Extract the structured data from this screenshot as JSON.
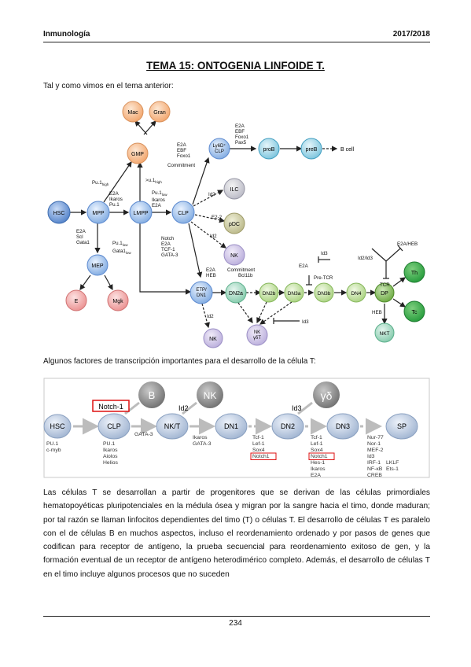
{
  "header": {
    "left": "Inmunología",
    "right": "2017/2018"
  },
  "title": "TEMA 15: ONTOGENIA LINFOIDE T.",
  "intro": "Tal y como vimos en el tema anterior:",
  "figure1": {
    "nodes": {
      "mac": "Mac",
      "gran": "Gran",
      "gmp": "GMP",
      "hsc": "HSC",
      "mpp": "MPP",
      "lmpp": "LMPP",
      "clp": "CLP",
      "mep": "MEP",
      "e": "E",
      "mgk": "Mgk",
      "ly6d_a": "Ly6D⁺",
      "ly6d_b": "CLP",
      "prob": "proB",
      "preb": "preB",
      "ilc": "ILC",
      "pdc": "pDC",
      "nk1": "NK",
      "etp_a": "ETP/",
      "etp_b": "DN1",
      "dn2a": "DN2a",
      "dn2b": "DN2b",
      "dn3a": "DN3a",
      "dn3b": "DN3b",
      "dn4": "DN4",
      "dp": "DP",
      "th": "Th",
      "tc": "Tc",
      "nkt": "NKT",
      "nk2": "NK",
      "nkgd_a": "NK",
      "nkgd_b": "γδT",
      "nk3": "NK"
    },
    "labels": {
      "bcell": "B cell",
      "e2a_ebf_a": "E2A",
      "e2a_ebf_b": "EBF",
      "e2a_ebf_c": "Foxo1",
      "e2a_ebf_d": "Pax5",
      "comm_a": "E2A",
      "comm_b": "EBF",
      "comm_c": "Foxo1",
      "comm_d": "Commitment",
      "pu1high": "Pu.1",
      "pu1high_sub": "high",
      "gtpu": ">u.1",
      "gtpu_sub": "high",
      "e2a_ik_a": "E2A",
      "e2a_ik_b": "Ikaros",
      "e2a_ik_c": "Pu.1",
      "pu1low_a": "Pu.1",
      "pu1low_sub": "low",
      "pu1low_b": "Ikaros",
      "pu1low_c": "E2A",
      "id2_a": "Id2",
      "e22": "E2-2",
      "id2_b": "Id2",
      "lnotch_a": "E2A",
      "lnotch_b": "Scl",
      "lnotch_c": "Gata1",
      "pu1low2_a": "Pu.1",
      "pu1low2_sub": "low",
      "pu1low2_b": "Gata1",
      "pu1low2_sub2": "low",
      "notch_a": "Notch",
      "notch_b": "E2A",
      "notch_c": "TCF-1",
      "notch_d": "GATA-3",
      "e2aheb_a": "E2A",
      "e2aheb_b": "HEB",
      "commit_a": "Commitment",
      "commit_b": "Bcl11b",
      "id3_a": "Id3",
      "e2a_c": "E2A",
      "pretcr": "Pre-TCR",
      "id2id3": "Id2/Id3",
      "e2aheb2": "E2A/HEB",
      "tcr": "TCR",
      "heb": "HEB",
      "id2_c": "Id2",
      "id3_b": "Id3"
    }
  },
  "intro2": "Algunos factores de transcripción importantes para el desarrollo de la célula T:",
  "figure2": {
    "stages": [
      "HSC",
      "CLP",
      "NK/T",
      "DN1",
      "DN2",
      "DN3",
      "SP"
    ],
    "branches": {
      "b": "B",
      "nk": "NK",
      "gd": "γδ"
    },
    "notch1_box": "Notch-1",
    "id2": "Id2",
    "id3": "Id3",
    "factors": {
      "hsc": [
        "PU.1",
        "c-myb"
      ],
      "clp": [
        "PU.1",
        "Ikaros",
        "Aiolos",
        "Helios"
      ],
      "gata3": [
        "GATA-3"
      ],
      "nkt": [
        "Ikaros",
        "GATA-3"
      ],
      "dn1": [
        "Tcf-1",
        "Lef-1",
        "Sox4",
        "Notch1"
      ],
      "dn2": [
        "Tcf-1",
        "Lef-1",
        "Sox4",
        "Notch1",
        "Hes-1",
        "Ikaros",
        "E2A"
      ],
      "dn3": [
        "Nur-77",
        "Nor-1",
        "MEF-2",
        "Id3",
        "IRF-1",
        "NF-κB",
        "CREB",
        "LKLF",
        "Ets-1"
      ]
    }
  },
  "paragraph": "Las células T se desarrollan a partir de progenitores que se derivan de las células primordiales hematopoyéticas pluripotenciales en la médula ósea y migran por la sangre hacia el timo, donde maduran; por tal razón se llaman linfocitos dependientes del timo (T) o células T. El desarrollo de células T es paralelo con el de células B en muchos aspectos, incluso el reordenamiento ordenado y por pasos de genes que codifican para receptor de antígeno, la prueba secuencial para reordenamiento exitoso de gen, y la formación eventual de un receptor de antígeno heterodimérico completo. Además, el desarrollo de células T en el timo incluye algunos procesos que no suceden",
  "page_number": "234"
}
